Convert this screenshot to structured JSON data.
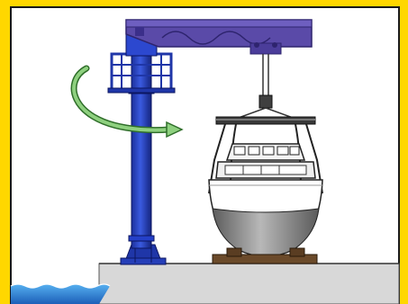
{
  "scene": {
    "subject": "jib-crane-lifting-boat",
    "colors": {
      "frame": "#ffd700",
      "border": "#1a1a1a",
      "background": "#ffffff",
      "crane_blue": "#2440c8",
      "crane_dark": "#0f1f7a",
      "jib_purple": "#5a4aa8",
      "jib_dark": "#2e246e",
      "rotation_arrow": "#6fae64",
      "water": "#2e86d8",
      "quay": "#d8d8d8",
      "hull_gray": "#8a8a8a",
      "cradle_brown": "#6b4a2a"
    },
    "parts": [
      "frame",
      "background",
      "quay",
      "water",
      "crane-column",
      "crane-base",
      "slewing-platform",
      "railing",
      "jib-arm",
      "trolley",
      "hoist-cable",
      "spreader-bar",
      "lifting-slings",
      "boat-hull",
      "boat-cabin",
      "boat-cradle",
      "rotation-arrow"
    ]
  }
}
